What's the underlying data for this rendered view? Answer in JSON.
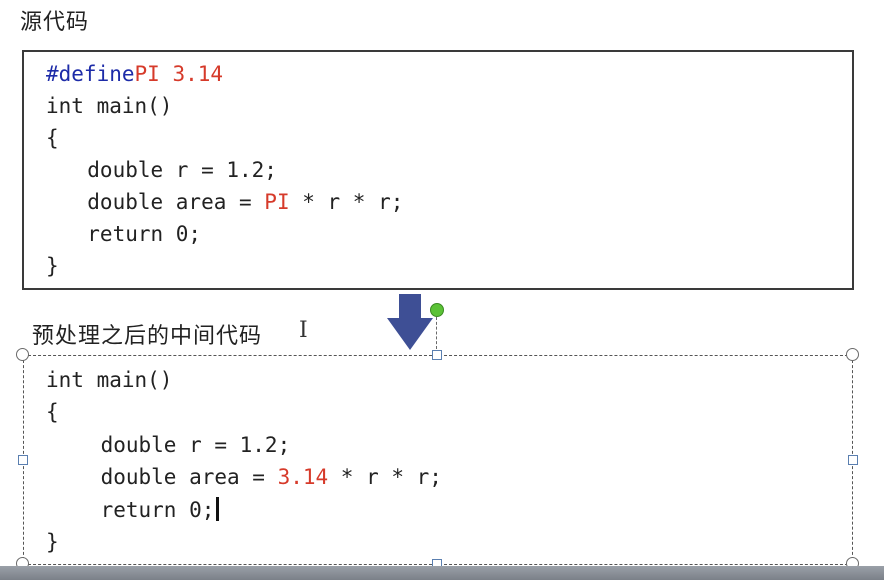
{
  "headings": {
    "source": "源代码",
    "preprocessed": "预处理之后的中间代码"
  },
  "source_code": {
    "l1_define": "#define",
    "l1_macro": "PI 3.14",
    "l2": "int main()",
    "l3": "{",
    "l4": "  double r = 1.2;",
    "l5_pre": "  double area = ",
    "l5_pi": "PI",
    "l5_post": " * r * r;",
    "l6": "  return 0;",
    "l7": "}"
  },
  "intermediate_code": {
    "l1": "int main()",
    "l2": "{",
    "l3": "    double r = 1.2;",
    "l4_pre": "    double area = ",
    "l4_value": "3.14",
    "l4_post": " * r * r;",
    "l5": "    return 0;",
    "l6": "}"
  },
  "colors": {
    "directive": "#1d2ba8",
    "macro": "#d63a2a",
    "arrow": "#3e4f95",
    "rotation_handle": "#5bc236"
  },
  "icons": [
    "down-arrow-icon",
    "rotation-handle-icon",
    "text-cursor-icon"
  ]
}
